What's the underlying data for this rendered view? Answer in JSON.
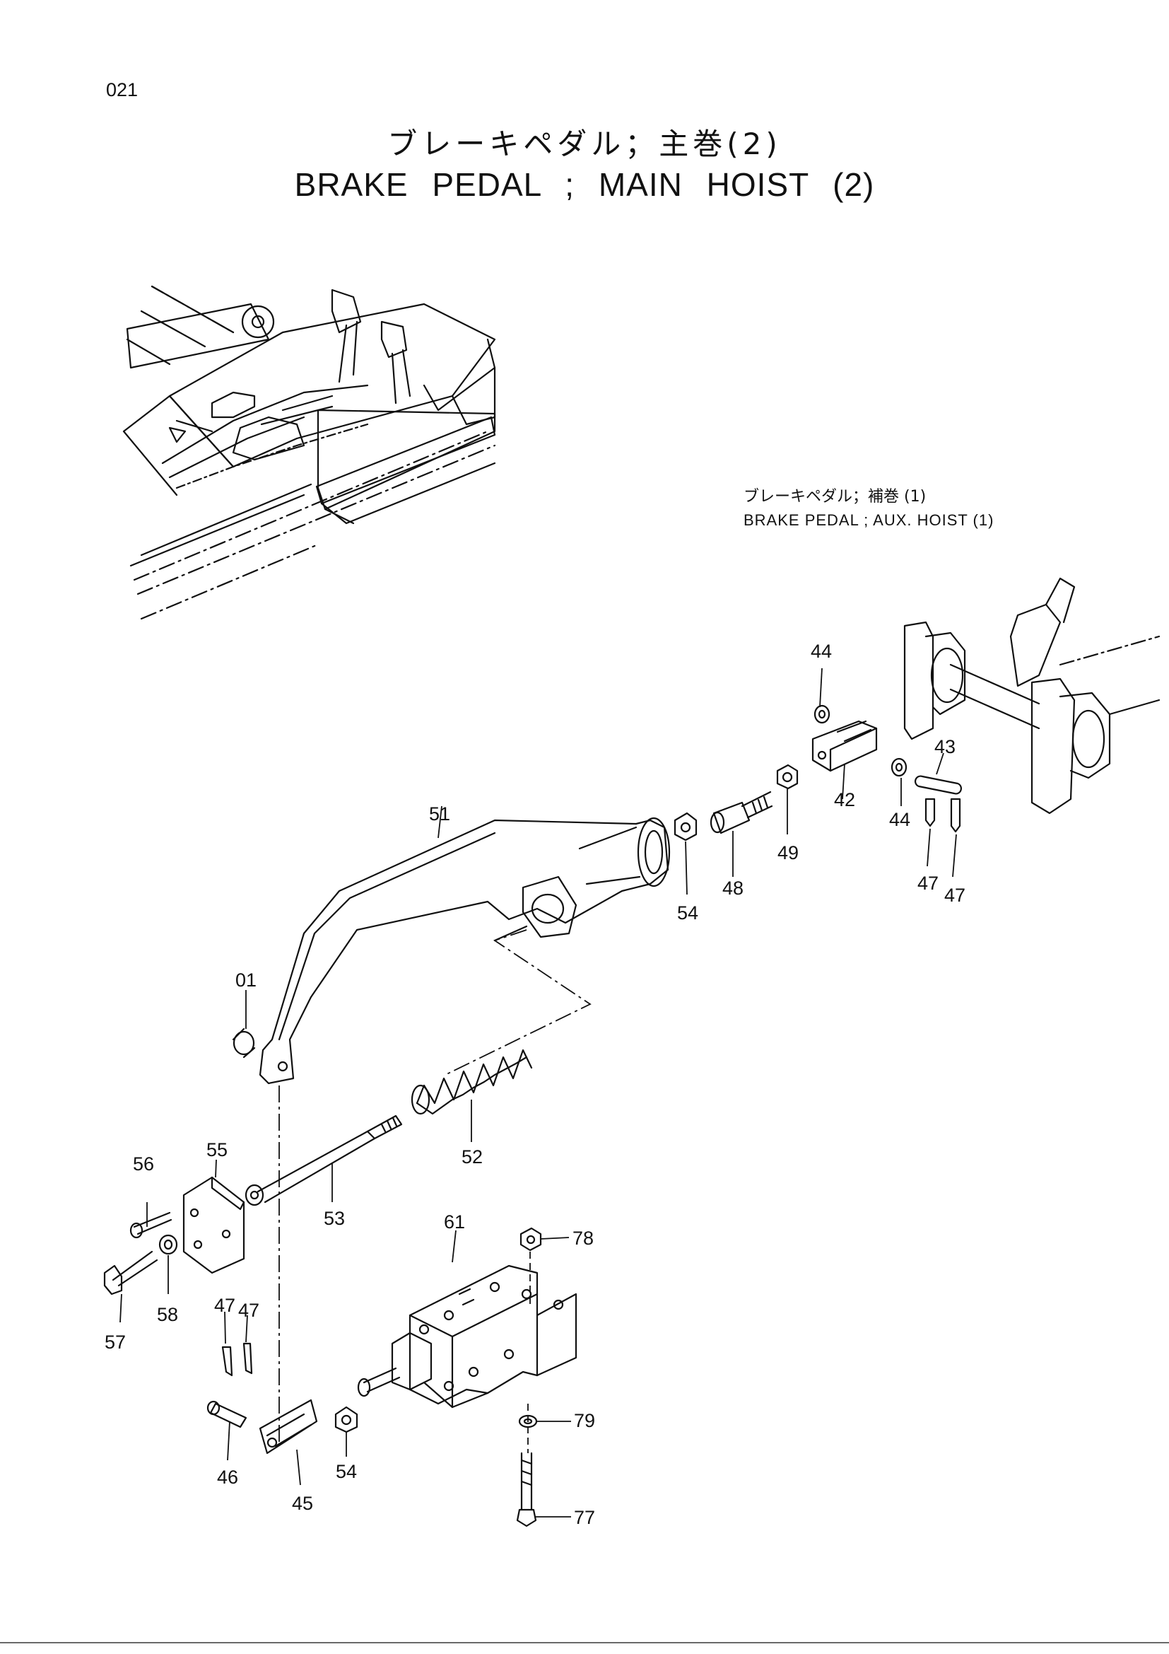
{
  "page_number": "021",
  "title_jp": "ブレーキペダル；主巻(2)",
  "title_en": "BRAKE PEDAL ; MAIN HOIST (2)",
  "sub_note": {
    "jp": "ブレーキペダル；補巻 (1)",
    "en": "BRAKE PEDAL ; AUX. HOIST (1)"
  },
  "parts": {
    "p01": "01",
    "p42": "42",
    "p43": "43",
    "p44a": "44",
    "p44b": "44",
    "p45": "45",
    "p46": "46",
    "p47a": "47",
    "p47b": "47",
    "p47c": "47",
    "p47d": "47",
    "p48": "48",
    "p49": "49",
    "p51": "51",
    "p52": "52",
    "p53": "53",
    "p54a": "54",
    "p54b": "54",
    "p55": "55",
    "p56": "56",
    "p57": "57",
    "p58": "58",
    "p61": "61",
    "p77": "77",
    "p78": "78",
    "p79": "79"
  }
}
